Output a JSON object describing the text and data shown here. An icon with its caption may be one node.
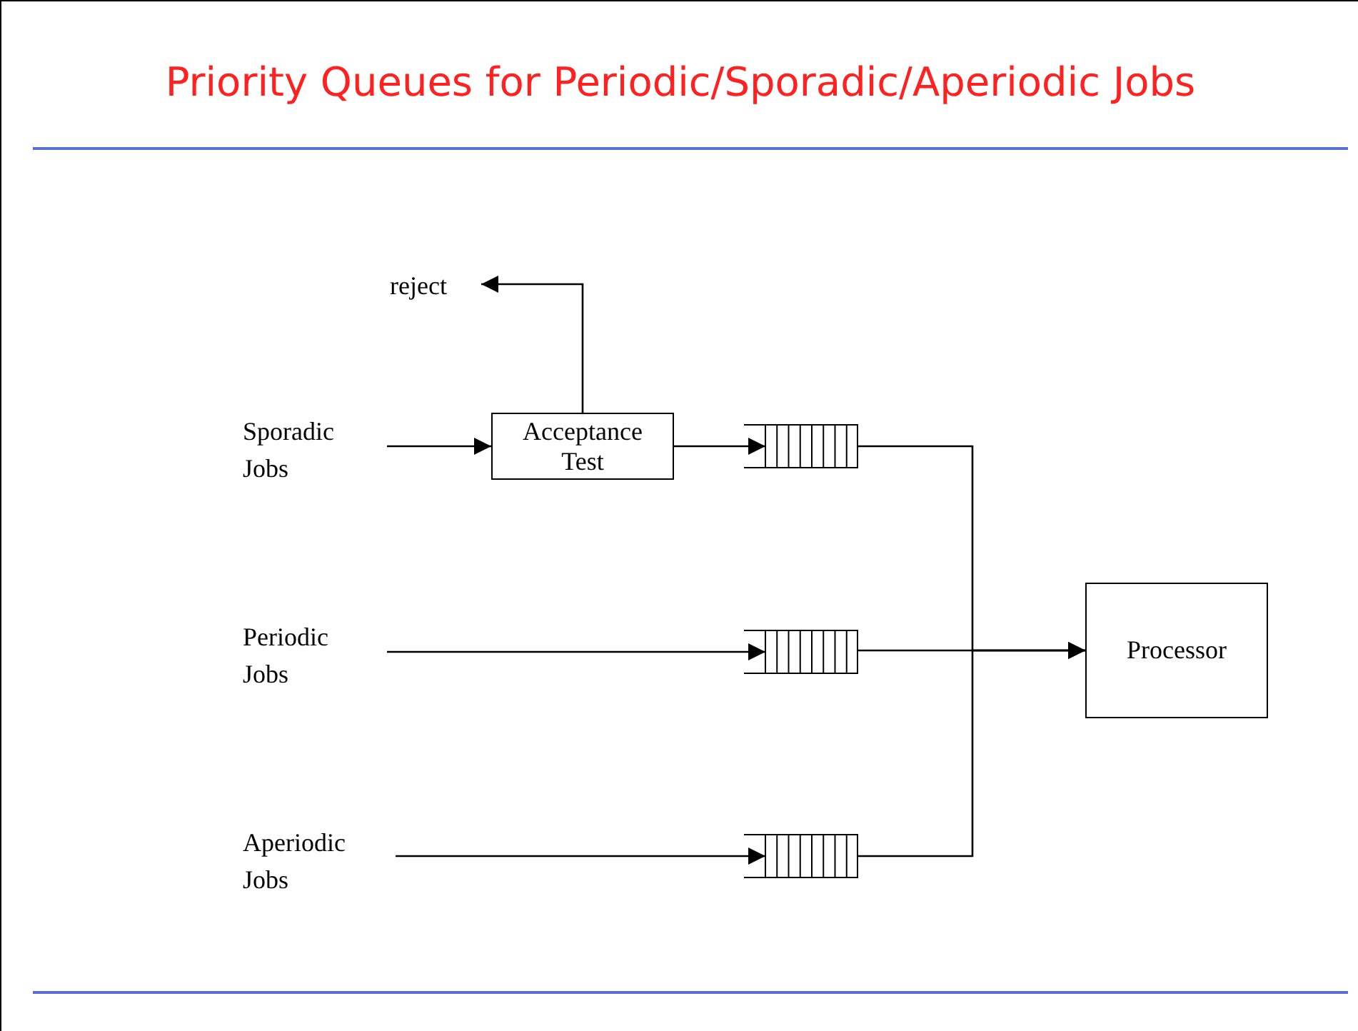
{
  "diagram": {
    "title": "Priority Queues for Periodic/Sporadic/Aperiodic Jobs",
    "nodes": [
      {
        "text": [
          "Sporadic Jobs"
        ]
      },
      {
        "text": [
          "Acceptance Test"
        ]
      },
      {
        "text": [
          "reject"
        ]
      },
      {
        "text": [],
        "shape": "queue"
      },
      {
        "text": [
          "Periodic Jobs"
        ]
      },
      {
        "text": [],
        "shape": "queue"
      },
      {
        "text": [
          "Aperiodic Jobs"
        ]
      },
      {
        "text": [],
        "shape": "queue"
      },
      {
        "text": [
          "Processor"
        ]
      }
    ],
    "edges": [
      {
        "from": 0,
        "to": 1,
        "arrow": "to"
      },
      {
        "from": 1,
        "to": 2,
        "arrow": "to"
      },
      {
        "from": 1,
        "to": 3,
        "arrow": "to"
      },
      {
        "from": 4,
        "to": 5,
        "arrow": "to"
      },
      {
        "from": 6,
        "to": 7,
        "arrow": "to"
      },
      {
        "from": 3,
        "to": 8,
        "arrow": "to"
      },
      {
        "from": 5,
        "to": 8,
        "arrow": "to"
      },
      {
        "from": 7,
        "to": 8,
        "arrow": "to"
      }
    ]
  }
}
